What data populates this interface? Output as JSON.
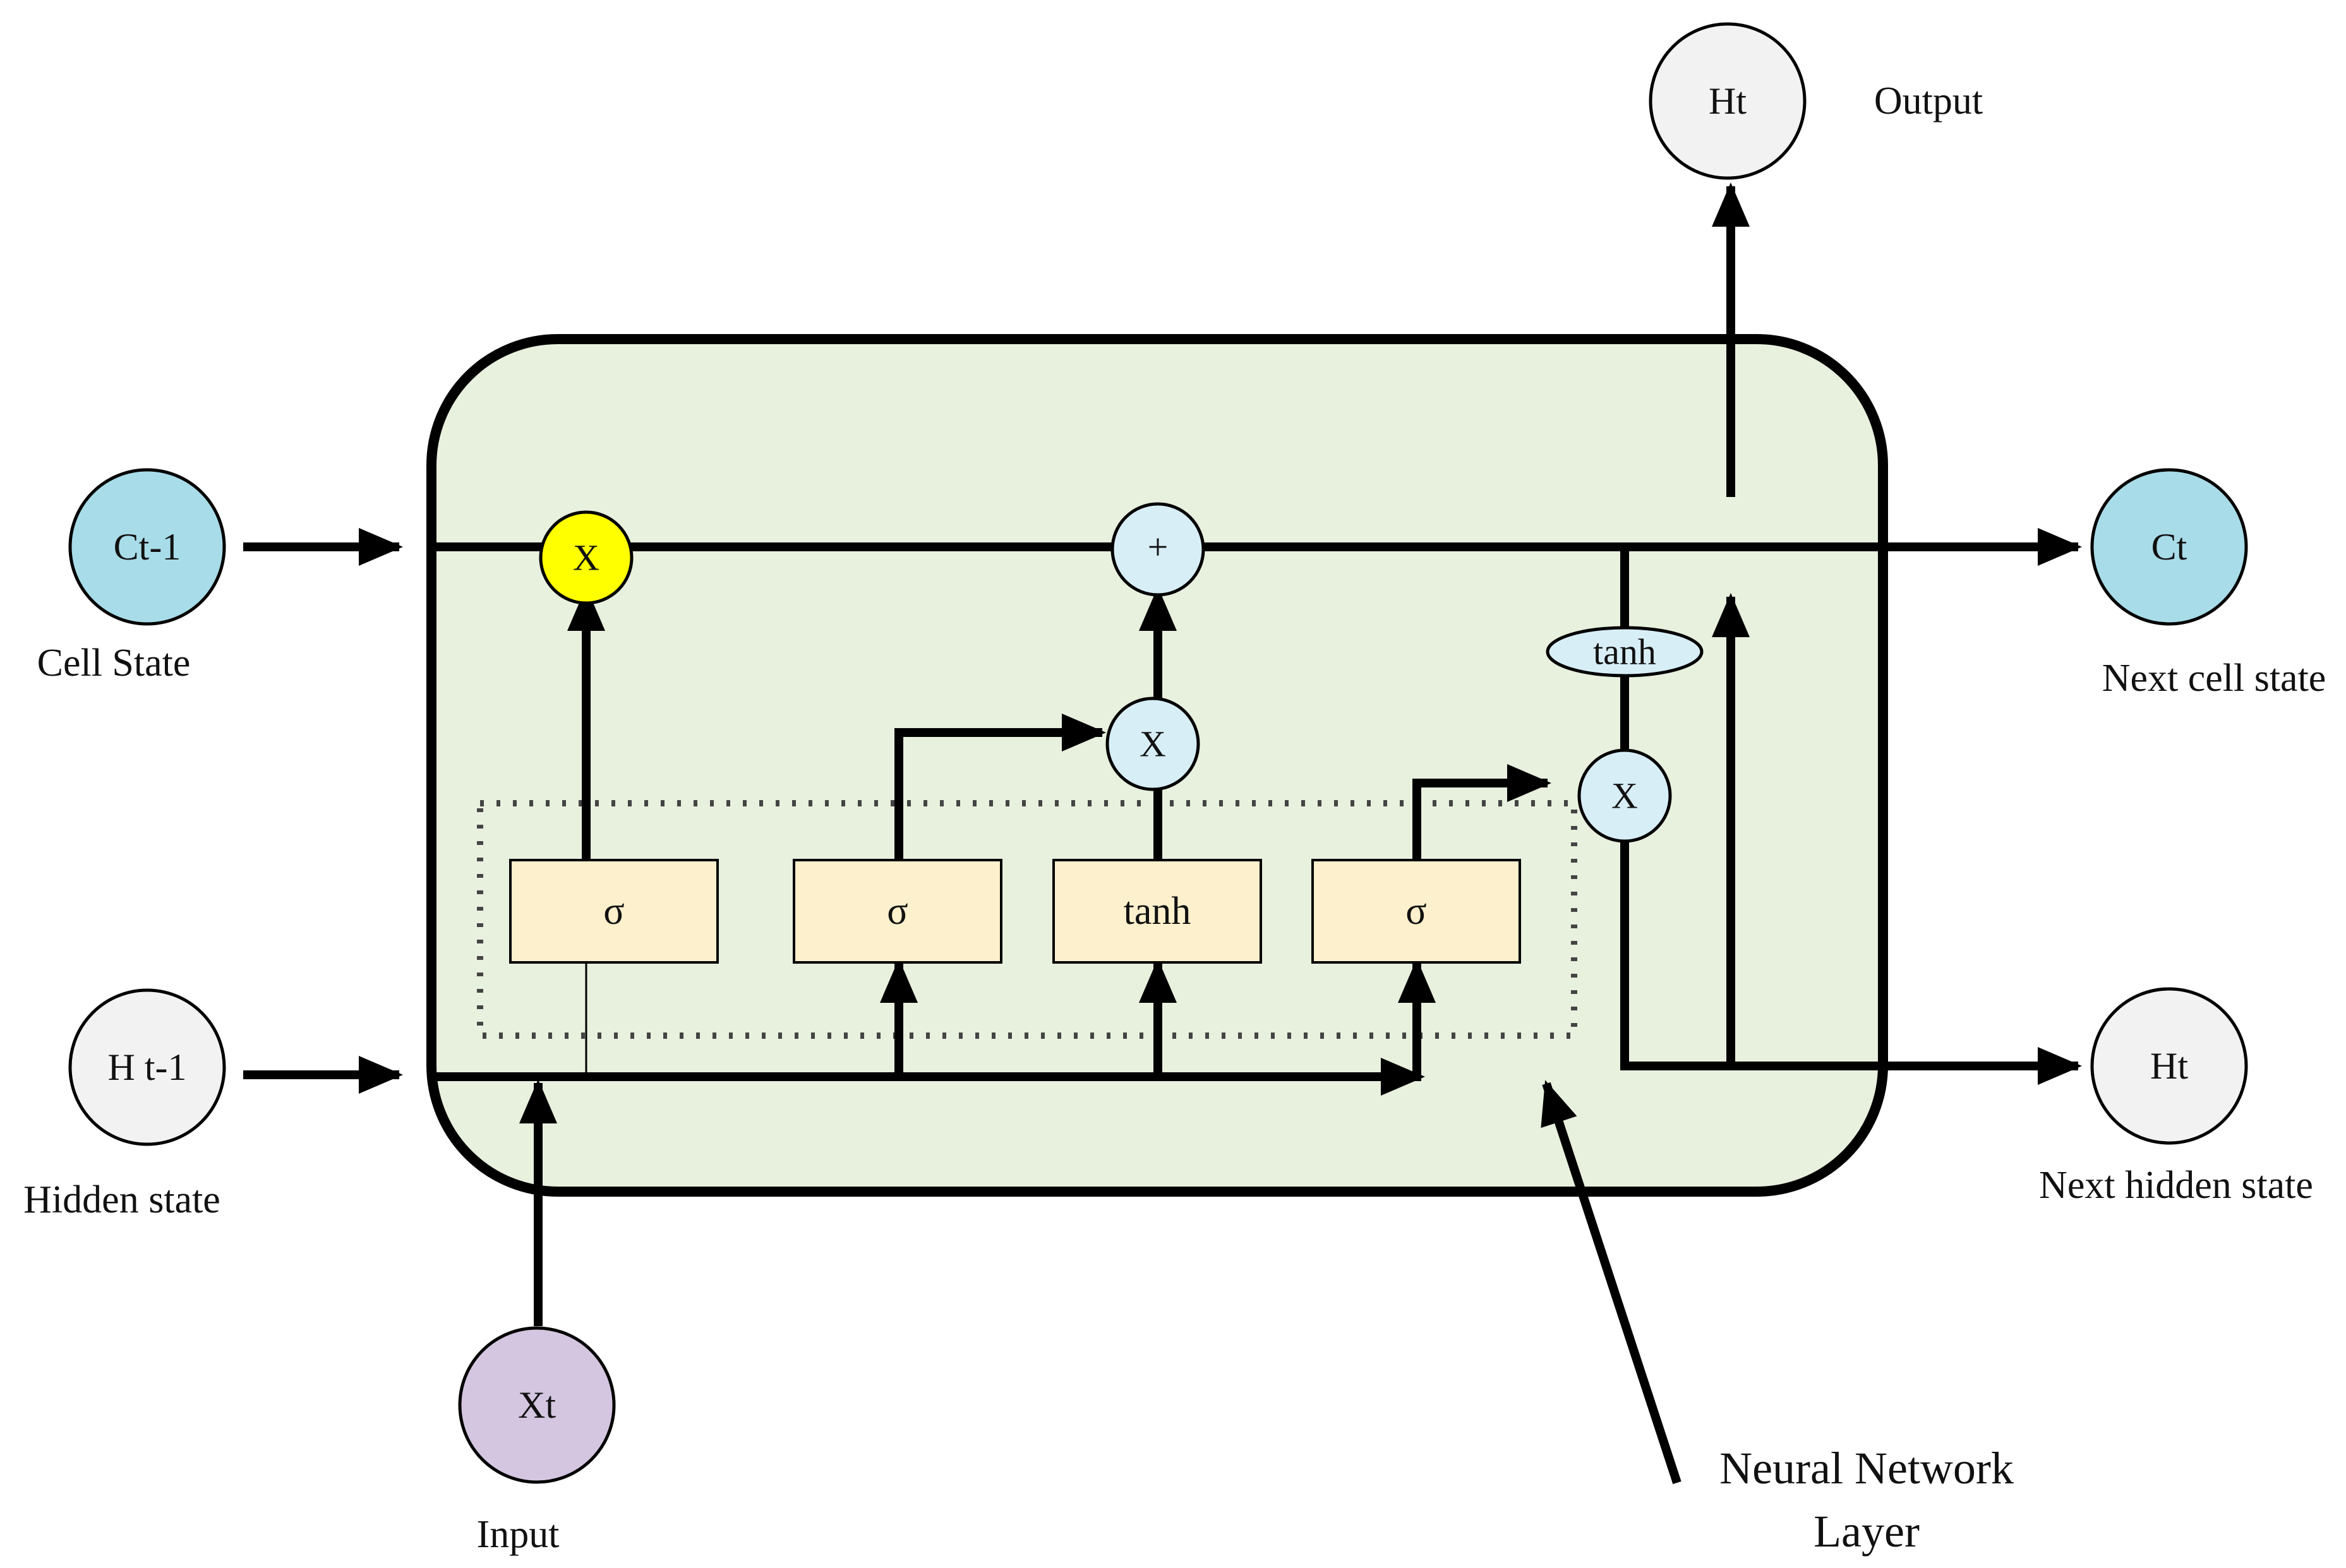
{
  "colors": {
    "cell_fill": "#e8f0de",
    "state_node_fill": "#a8dce8",
    "hidden_node_fill": "#f2f2f2",
    "input_node_fill": "#d4c6e0",
    "gate_fill": "#fdf0cc",
    "forget_mult_fill": "#ffff00",
    "op_fill": "#d8eef6"
  },
  "nodes": {
    "c_prev": {
      "label": "Ct-1",
      "caption": "Cell State"
    },
    "h_prev": {
      "label": "H t-1",
      "caption": "Hidden state"
    },
    "x_t": {
      "label": "Xt",
      "caption": "Input"
    },
    "h_out_top": {
      "label": "Ht",
      "caption": "Output"
    },
    "c_next": {
      "label": "Ct",
      "caption": "Next cell state"
    },
    "h_next": {
      "label": "Ht",
      "caption": "Next hidden state"
    }
  },
  "gates": {
    "forget": "σ",
    "input": "σ",
    "candidate": "tanh",
    "output": "σ"
  },
  "ops": {
    "forget_mult": "X",
    "add": "+",
    "input_mult": "X",
    "output_tanh": "tanh",
    "output_mult": "X"
  },
  "annotation": {
    "line1": "Neural Network",
    "line2": "Layer"
  }
}
